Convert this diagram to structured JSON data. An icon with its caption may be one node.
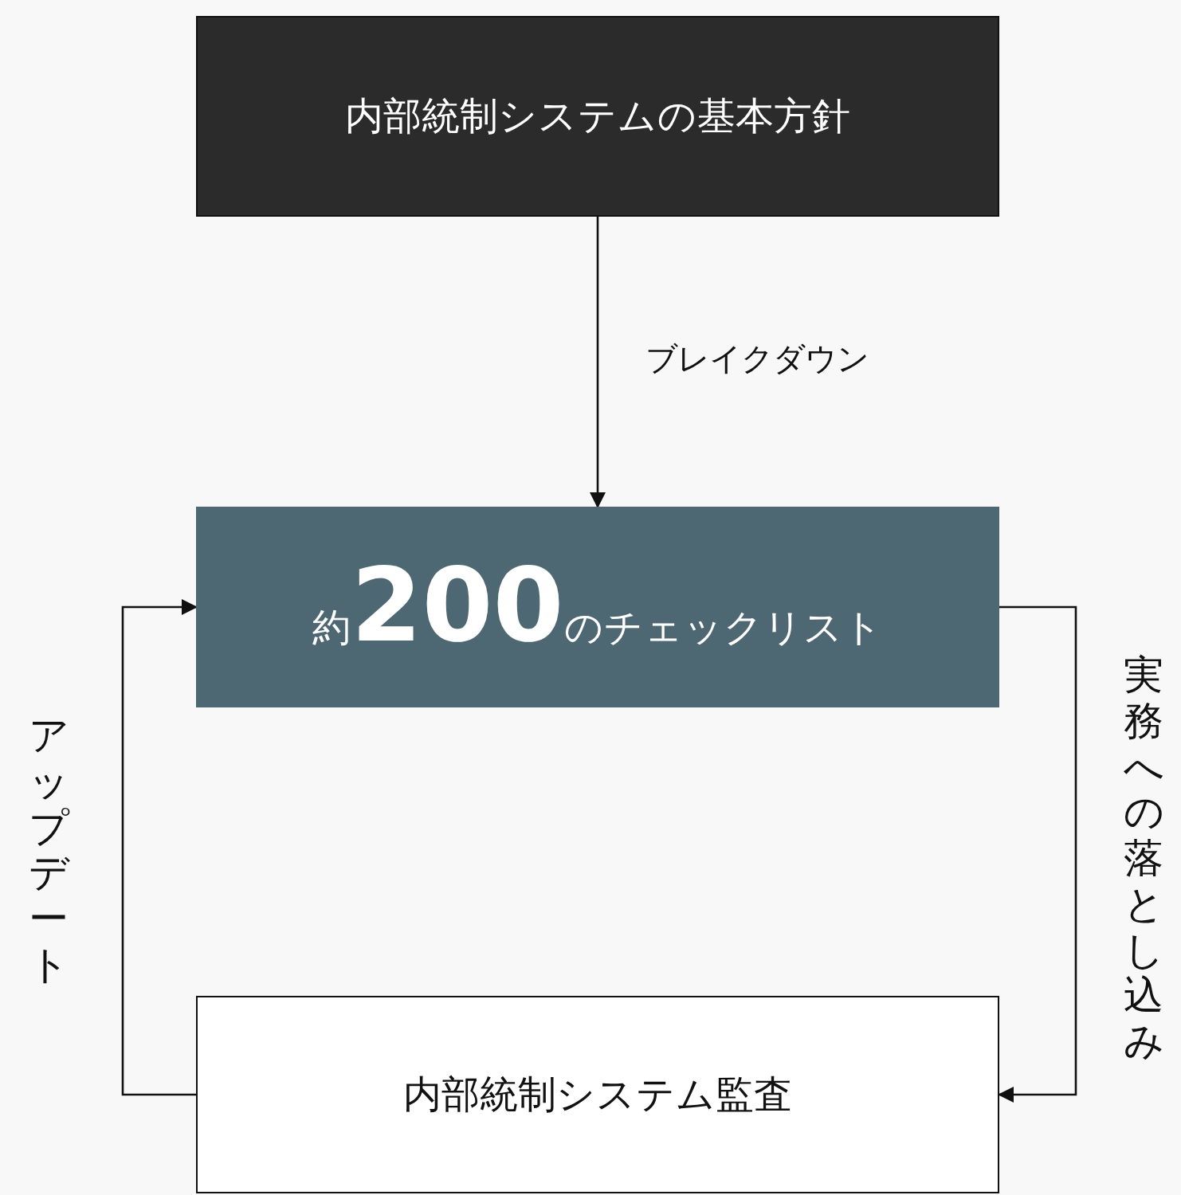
{
  "diagram": {
    "nodes": [
      {
        "text": [
          "内部統制システムの基本方針"
        ]
      },
      {
        "text": [
          "約**200**のチェックリスト"
        ]
      },
      {
        "text": [
          "内部統制システム監査"
        ]
      }
    ],
    "edges": [
      {
        "from": 0,
        "to": 1,
        "arrow": "to",
        "label": "ブレイクダウン"
      },
      {
        "from": 1,
        "to": 2,
        "arrow": "to",
        "label": "実務への落とし込み"
      },
      {
        "from": 2,
        "to": 1,
        "arrow": "to",
        "label": "アップデート"
      }
    ]
  }
}
